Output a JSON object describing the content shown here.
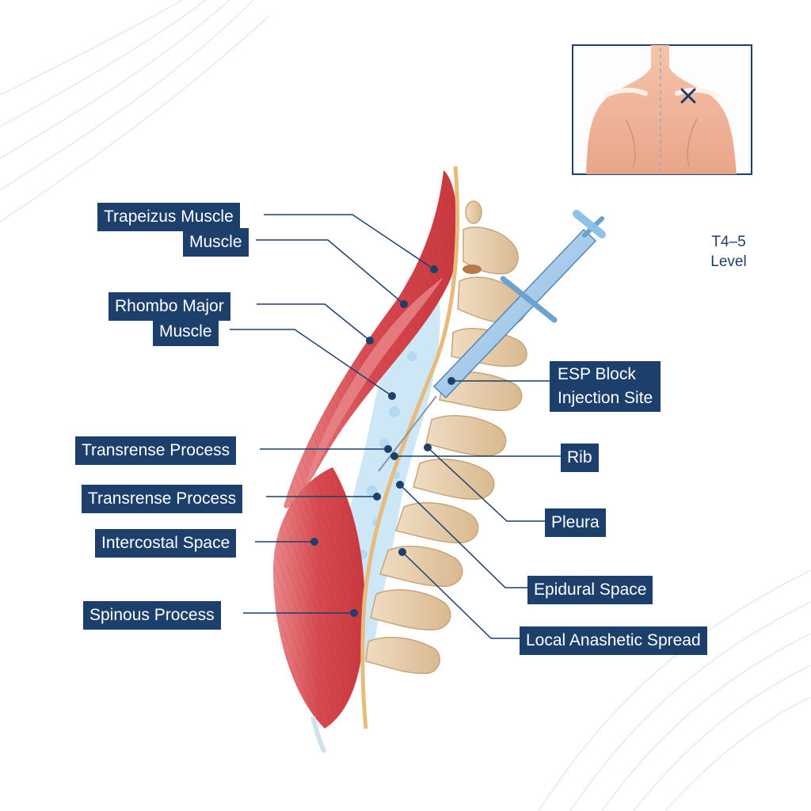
{
  "labels": {
    "trapezius_line1": "Trapeizus Muscle",
    "trapezius_line2": "Muscle",
    "rhomboid_line1": "Rhombo Major",
    "rhomboid_line2": "Muscle",
    "transverse_process_1": "Transrense Process",
    "transverse_process_2": "Transrense Process",
    "intercostal_space": "Intercostal Space",
    "spinous_process": "Spinous Process",
    "esp_block_line1": "ESP Block",
    "esp_block_line2": "Injection Site",
    "rib": "Rib",
    "pleura": "Pleura",
    "epidural_space": "Epidural Space",
    "local_anesthetic_spread": "Local Anashetic Spread"
  },
  "level": {
    "line1": "T4–5",
    "line2": "Level"
  },
  "inset": {
    "marker_icon": "x-mark-icon"
  },
  "colors": {
    "label_bg": "#1c3f6b",
    "label_text": "#ffffff",
    "muscle": "#d9555a",
    "bone": "#e6c9a4",
    "spread": "#b9dcf2",
    "syringe": "#8fc0e6",
    "skin": "#f0b69a"
  }
}
